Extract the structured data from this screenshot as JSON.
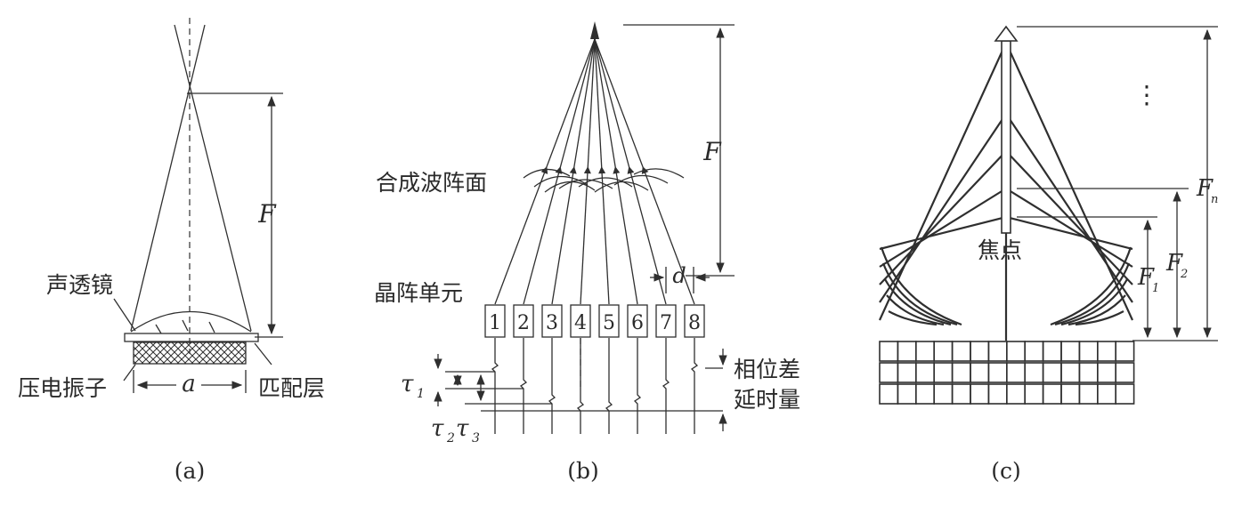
{
  "panel_a": {
    "focal_label": "F",
    "lens_label": "声透镜",
    "transducer_label": "压电振子",
    "aperture_label": "a",
    "matching_layer_label": "匹配层",
    "caption": "(a)"
  },
  "panel_b": {
    "focal_label": "F",
    "wavefront_label": "合成波阵面",
    "element_label": "晶阵单元",
    "pitch_label": "d",
    "element_numbers": [
      "1",
      "2",
      "3",
      "4",
      "5",
      "6",
      "7",
      "8"
    ],
    "phase_label": "相位差",
    "delay_label": "延时量",
    "tau1_main": "τ",
    "tau1_sub": "1",
    "tau2_main": "τ",
    "tau2_sub": "2",
    "tau3_main": "τ",
    "tau3_sub": "3",
    "caption": "(b)"
  },
  "panel_c": {
    "focus_label": "焦点",
    "f1_main": "F",
    "f1_sub": "1",
    "f2_main": "F",
    "f2_sub": "2",
    "fn_main": "F",
    "fn_sub": "n",
    "ellipsis": "⋮",
    "caption": "(c)"
  }
}
